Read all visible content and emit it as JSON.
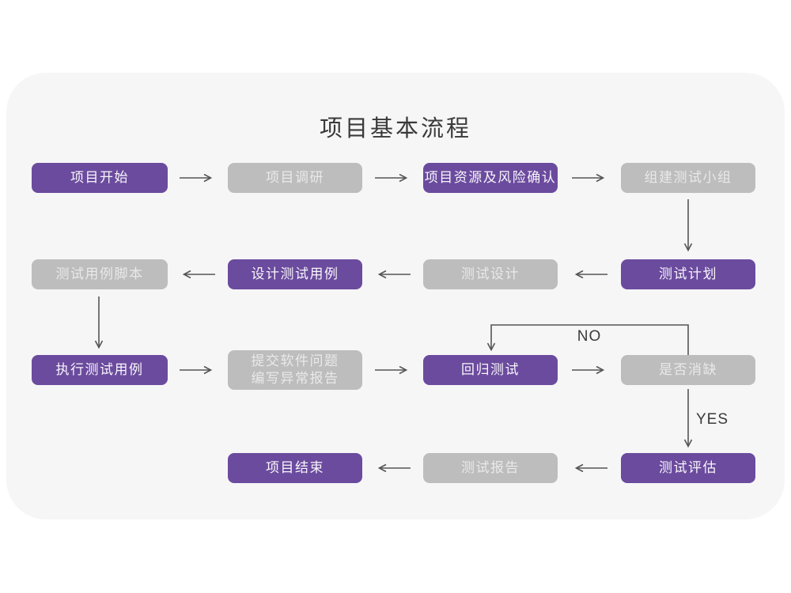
{
  "title": "项目基本流程",
  "colors": {
    "accent_purple": "#6B4B9E",
    "node_gray": "#BDBDBD",
    "panel_background": "#F6F6F7",
    "arrow": "#555555",
    "title_text": "#3A3A3A"
  },
  "flowchart": {
    "nodes": [
      {
        "label": "项目开始",
        "variant": "purple"
      },
      {
        "label": "项目调研",
        "variant": "gray"
      },
      {
        "label": "项目资源及风险确认",
        "variant": "purple"
      },
      {
        "label": "组建测试小组",
        "variant": "gray"
      },
      {
        "label": "测试计划",
        "variant": "purple"
      },
      {
        "label": "测试设计",
        "variant": "gray"
      },
      {
        "label": "设计测试用例",
        "variant": "purple"
      },
      {
        "label": "测试用例脚本",
        "variant": "gray"
      },
      {
        "label": "执行测试用例",
        "variant": "purple"
      },
      {
        "label": "提交软件问题 编写异常报告",
        "line1": "提交软件问题",
        "line2": "编写异常报告",
        "variant": "gray"
      },
      {
        "label": "回归测试",
        "variant": "purple"
      },
      {
        "label": "是否消缺",
        "variant": "gray"
      },
      {
        "label": "测试评估",
        "variant": "purple"
      },
      {
        "label": "测试报告",
        "variant": "gray"
      },
      {
        "label": "项目结束",
        "variant": "purple"
      }
    ],
    "edge_labels": {
      "no": "NO",
      "yes": "YES"
    },
    "connections": [
      "项目开始 → 项目调研",
      "项目调研 → 项目资源及风险确认",
      "项目资源及风险确认 → 组建测试小组",
      "组建测试小组 → 测试计划",
      "测试计划 → 测试设计",
      "测试设计 → 设计测试用例",
      "设计测试用例 → 测试用例脚本",
      "测试用例脚本 → 执行测试用例",
      "执行测试用例 → 提交软件问题编写异常报告",
      "提交软件问题编写异常报告 → 回归测试",
      "回归测试 → 是否消缺",
      "是否消缺 → 回归测试 (NO)",
      "是否消缺 → 测试评估 (YES)",
      "测试评估 → 测试报告",
      "测试报告 → 项目结束"
    ]
  }
}
